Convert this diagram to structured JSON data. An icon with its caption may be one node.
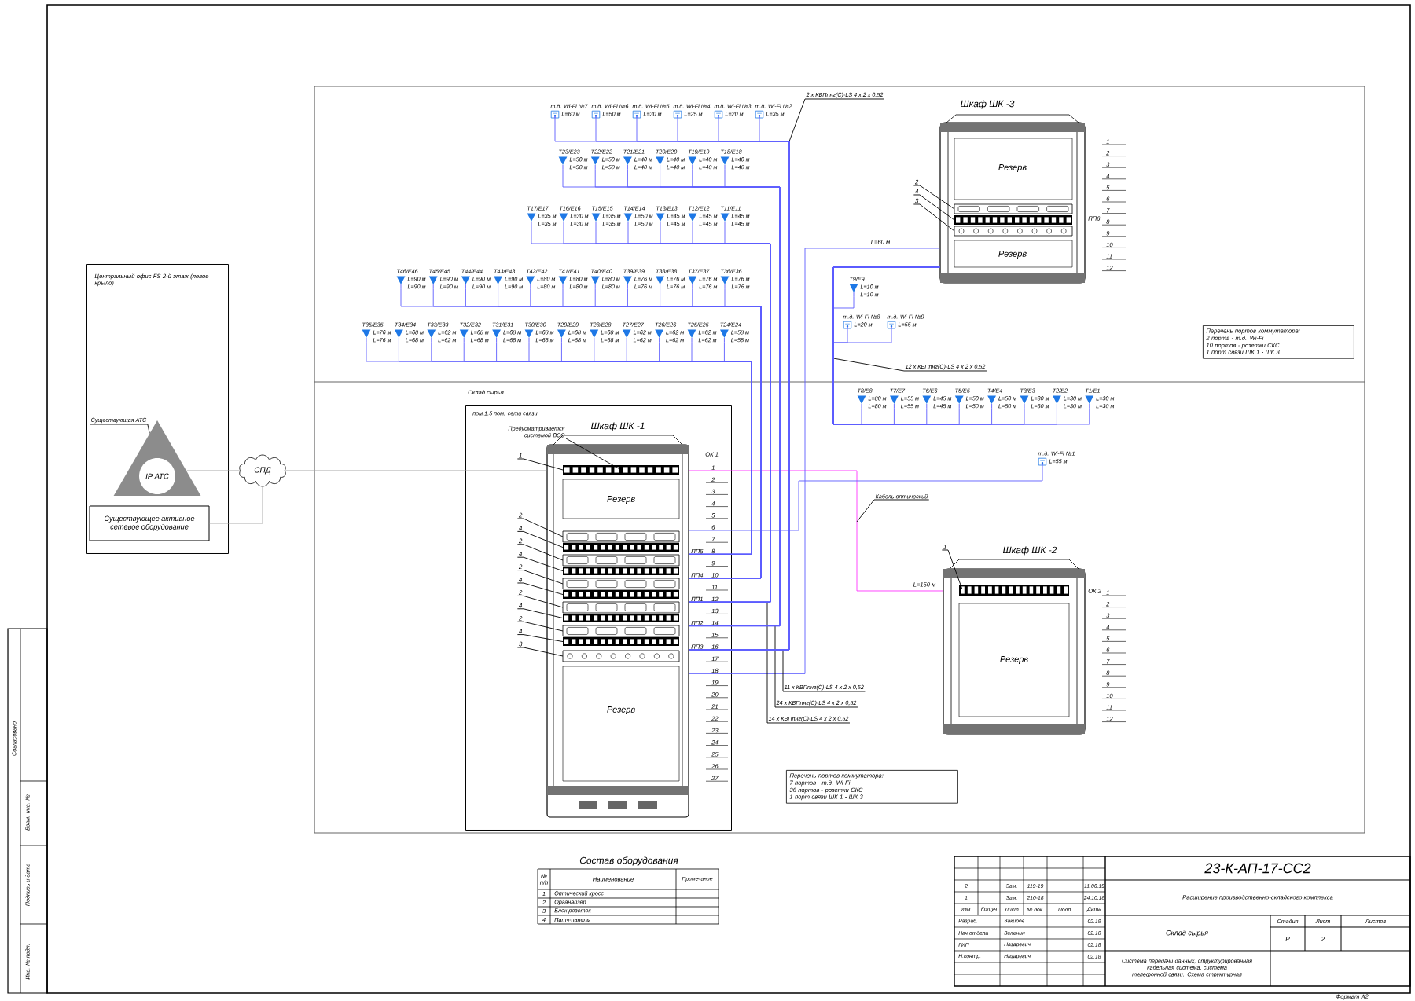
{
  "diagram": {
    "nodes": [
      {
        "text": [
          "Центральный офис FS 2-й этаж (левое крыло)"
        ]
      },
      {
        "text": [
          "IP АТС"
        ],
        "in": 0
      },
      {
        "text": [
          "Существующее активное сетевое оборудование"
        ],
        "in": 0
      },
      {
        "text": [
          "СПД"
        ]
      },
      {
        "text": [
          "Склад сырья",
          "пом.1.5 пом. сети связи"
        ]
      },
      {
        "text": [
          "Шкаф ШК -1",
          "Резерв",
          "Резерв"
        ],
        "in": 4
      },
      {
        "text": [
          "Шкаф ШК -2",
          "Резерв"
        ],
        "beside": [
          "ОК 2"
        ]
      },
      {
        "text": [
          "Шкаф ШК -3",
          "Резерв",
          "Резерв"
        ],
        "beside": [
          "ПП6"
        ]
      },
      {
        "text": [
          "Существующая АТС"
        ],
        "in": 0
      },
      {
        "text": [
          "Предусматривается системой ВСС"
        ],
        "in": 4
      },
      {
        "text": [
          "Кабель оптический"
        ]
      },
      {
        "text": [
          "2 х КВПпнг(С)-LS 4 х 2 х 0,52"
        ]
      },
      {
        "text": [
          "12 х КВПпнг(С)-LS 4 х 2 х 0,52"
        ]
      },
      {
        "text": [
          "11 х КВПпнг(С)-LS 4 х 2 х 0,52"
        ]
      },
      {
        "text": [
          "24 х КВПпнг(С)-LS 4 х 2 х 0,52"
        ]
      },
      {
        "text": [
          "14 х КВПпнг(С)-LS 4 х 2 х 0,52"
        ]
      },
      {
        "text": [
          "1"
        ],
        "in": 4
      },
      {
        "text": [
          "2"
        ],
        "in": 4
      },
      {
        "text": [
          "4"
        ],
        "in": 4
      },
      {
        "text": [
          "2"
        ],
        "in": 4
      },
      {
        "text": [
          "4"
        ],
        "in": 4
      },
      {
        "text": [
          "2"
        ],
        "in": 4
      },
      {
        "text": [
          "4"
        ],
        "in": 4
      },
      {
        "text": [
          "2"
        ],
        "in": 4
      },
      {
        "text": [
          "4"
        ],
        "in": 4
      },
      {
        "text": [
          "2"
        ],
        "in": 4
      },
      {
        "text": [
          "4"
        ],
        "in": 4
      },
      {
        "text": [
          "3"
        ],
        "in": 4
      },
      {
        "text": [
          "2"
        ]
      },
      {
        "text": [
          "4"
        ]
      },
      {
        "text": [
          "3"
        ]
      },
      {
        "text": [
          "1"
        ]
      },
      {
        "text": [
          "т.д. Wi-Fi №7",
          "L=60 м"
        ]
      },
      {
        "text": [
          "т.д. Wi-Fi №6",
          "L=50 м"
        ]
      },
      {
        "text": [
          "т.д. Wi-Fi №5",
          "L=30 м"
        ]
      },
      {
        "text": [
          "т.д. Wi-Fi №4",
          "L=25 м"
        ]
      },
      {
        "text": [
          "т.д. Wi-Fi №3",
          "L=20 м"
        ]
      },
      {
        "text": [
          "т.д. Wi-Fi №2",
          "L=35 м"
        ]
      },
      {
        "text": [
          "T23/E23",
          "L=50 м",
          "L=50 м"
        ]
      },
      {
        "text": [
          "T22/E22",
          "L=50 м",
          "L=50 м"
        ]
      },
      {
        "text": [
          "T21/E21",
          "L=40 м",
          "L=40 м"
        ]
      },
      {
        "text": [
          "T20/E20",
          "L=40 м",
          "L=40 м"
        ]
      },
      {
        "text": [
          "T19/E19",
          "L=40 м",
          "L=40 м"
        ]
      },
      {
        "text": [
          "T18/E18",
          "L=40 м",
          "L=40 м"
        ]
      },
      {
        "text": [
          "T17/E17",
          "L=35 м",
          "L=35 м"
        ]
      },
      {
        "text": [
          "T16/E16",
          "L=30 м",
          "L=30 м"
        ]
      },
      {
        "text": [
          "T15/E15",
          "L=35 м",
          "L=35 м"
        ]
      },
      {
        "text": [
          "T14/E14",
          "L=50 м",
          "L=50 м"
        ]
      },
      {
        "text": [
          "T13/E13",
          "L=45 м",
          "L=45 м"
        ]
      },
      {
        "text": [
          "T12/E12",
          "L=45 м",
          "L=45 м"
        ]
      },
      {
        "text": [
          "T11/E11",
          "L=45 м",
          "L=45 м"
        ]
      },
      {
        "text": [
          "T46/E46",
          "L=90 м",
          "L=90 м"
        ]
      },
      {
        "text": [
          "T45/E45",
          "L=90 м",
          "L=90 м"
        ]
      },
      {
        "text": [
          "T44/E44",
          "L=90 м",
          "L=90 м"
        ]
      },
      {
        "text": [
          "T43/E43",
          "L=90 м",
          "L=90 м"
        ]
      },
      {
        "text": [
          "T42/E42",
          "L=80 м",
          "L=80 м"
        ]
      },
      {
        "text": [
          "T41/E41",
          "L=80 м",
          "L=80 м"
        ]
      },
      {
        "text": [
          "T40/E40",
          "L=80 м",
          "L=80 м"
        ]
      },
      {
        "text": [
          "T39/E39",
          "L=76 м",
          "L=76 м"
        ]
      },
      {
        "text": [
          "T38/E38",
          "L=76 м",
          "L=76 м"
        ]
      },
      {
        "text": [
          "T37/E37",
          "L=76 м",
          "L=76 м"
        ]
      },
      {
        "text": [
          "T36/E36",
          "L=76 м",
          "L=76 м"
        ]
      },
      {
        "text": [
          "T35/E35",
          "L=76 м",
          "L=76 м"
        ]
      },
      {
        "text": [
          "T34/E34",
          "L=68 м",
          "L=68 м"
        ]
      },
      {
        "text": [
          "T33/E33",
          "L=62 м",
          "L=62 м"
        ]
      },
      {
        "text": [
          "T32/E32",
          "L=68 м",
          "L=68 м"
        ]
      },
      {
        "text": [
          "T31/E31",
          "L=68 м",
          "L=68 м"
        ]
      },
      {
        "text": [
          "T30/E30",
          "L=68 м",
          "L=68 м"
        ]
      },
      {
        "text": [
          "T29/E29",
          "L=68 м",
          "L=68 м"
        ]
      },
      {
        "text": [
          "T28/E28",
          "L=68 м",
          "L=68 м"
        ]
      },
      {
        "text": [
          "T27/E27",
          "L=62 м",
          "L=62 м"
        ]
      },
      {
        "text": [
          "T26/E26",
          "L=62 м",
          "L=62 м"
        ]
      },
      {
        "text": [
          "T25/E25",
          "L=62 м",
          "L=62 м"
        ]
      },
      {
        "text": [
          "T24/E24",
          "L=58 м",
          "L=58 м"
        ]
      },
      {
        "text": [
          "T9/E9",
          "L=10 м",
          "L=10 м"
        ]
      },
      {
        "text": [
          "т.д. Wi-Fi №8",
          "L=20 м"
        ]
      },
      {
        "text": [
          "т.д. Wi-Fi №9",
          "L=55 м"
        ]
      },
      {
        "text": [
          "T8/E8",
          "L=80 м",
          "L=80 м"
        ]
      },
      {
        "text": [
          "T7/E7",
          "L=55 м",
          "L=55 м"
        ]
      },
      {
        "text": [
          "T6/E6",
          "L=45 м",
          "L=45 м"
        ]
      },
      {
        "text": [
          "T5/E5",
          "L=50 м",
          "L=50 м"
        ]
      },
      {
        "text": [
          "T4/E4",
          "L=50 м",
          "L=50 м"
        ]
      },
      {
        "text": [
          "T3/E3",
          "L=30 м",
          "L=30 м"
        ]
      },
      {
        "text": [
          "T2/E2",
          "L=30 м",
          "L=30 м"
        ]
      },
      {
        "text": [
          "T1/E1",
          "L=30 м",
          "L=30 м"
        ]
      },
      {
        "text": [
          "т.д. Wi-Fi №1",
          "L=55 м"
        ]
      },
      {
        "text": [
          "Перечень портов коммутатора:",
          "2 порта - т.д. Wi-Fi",
          "10 портов - розетки СКС",
          "1 порт связи ШК 1 - ШК 3"
        ]
      },
      {
        "text": [
          "Перечень портов коммутатора:",
          "7 портов - т.д. Wi-Fi",
          "36 портов - розетки СКС",
          "1 порт связи ШК 1 - ШК 3"
        ]
      }
    ],
    "edges": [
      {
        "from": 1,
        "to": 3,
        "arrow": "none",
        "color": "#a0a0a0"
      },
      {
        "from": 2,
        "to": 3,
        "arrow": "none",
        "color": "#a0a0a0"
      },
      {
        "from": 3,
        "to": 5,
        "arrow": "none",
        "color": "#a0a0a0"
      },
      {
        "from": 5,
        "to": 6,
        "arrow": "none",
        "label": "L=150 м",
        "color": "#ff33ff"
      },
      {
        "from": 5,
        "to": 7,
        "arrow": "none",
        "label": "L=60 м"
      },
      {
        "from": 8,
        "to": 1,
        "arrow": "none",
        "color": "#000000"
      },
      {
        "from": 9,
        "to": 5,
        "arrow": "none",
        "color": "#000000"
      },
      {
        "from": 10,
        "to": null,
        "arrow": "none",
        "color": "#000000"
      },
      {
        "from": 11,
        "to": null,
        "arrow": "none",
        "color": "#000000"
      },
      {
        "from": 12,
        "to": null,
        "arrow": "none",
        "color": "#000000"
      },
      {
        "from": 13,
        "to": null,
        "arrow": "none",
        "color": "#000000"
      },
      {
        "from": 14,
        "to": null,
        "arrow": "none",
        "color": "#000000"
      },
      {
        "from": 15,
        "to": null,
        "arrow": "none",
        "color": "#000000"
      },
      {
        "from": 16,
        "to": 5,
        "arrow": "none",
        "color": "#000000"
      },
      {
        "from": 17,
        "to": 5,
        "arrow": "none",
        "color": "#000000"
      },
      {
        "from": 18,
        "to": 5,
        "arrow": "none",
        "color": "#000000"
      },
      {
        "from": 19,
        "to": 5,
        "arrow": "none",
        "color": "#000000"
      },
      {
        "from": 20,
        "to": 5,
        "arrow": "none",
        "color": "#000000"
      },
      {
        "from": 21,
        "to": 5,
        "arrow": "none",
        "color": "#000000"
      },
      {
        "from": 22,
        "to": 5,
        "arrow": "none",
        "color": "#000000"
      },
      {
        "from": 23,
        "to": 5,
        "arrow": "none",
        "color": "#000000"
      },
      {
        "from": 24,
        "to": 5,
        "arrow": "none",
        "color": "#000000"
      },
      {
        "from": 25,
        "to": 5,
        "arrow": "none",
        "color": "#000000"
      },
      {
        "from": 26,
        "to": 5,
        "arrow": "none",
        "color": "#000000"
      },
      {
        "from": 27,
        "to": 5,
        "arrow": "none",
        "color": "#000000"
      },
      {
        "from": 28,
        "to": 7,
        "arrow": "none",
        "color": "#000000"
      },
      {
        "from": 29,
        "to": 7,
        "arrow": "none",
        "color": "#000000"
      },
      {
        "from": 30,
        "to": 7,
        "arrow": "none",
        "color": "#000000"
      },
      {
        "from": 31,
        "to": 6,
        "arrow": "none",
        "color": "#000000"
      },
      {
        "from": 32,
        "to": 5,
        "arrow": "none"
      },
      {
        "from": 33,
        "to": 5,
        "arrow": "none"
      },
      {
        "from": 34,
        "to": 5,
        "arrow": "none"
      },
      {
        "from": 35,
        "to": 5,
        "arrow": "none"
      },
      {
        "from": 36,
        "to": 5,
        "arrow": "none"
      },
      {
        "from": 37,
        "to": 5,
        "arrow": "none"
      },
      {
        "from": 38,
        "to": 5,
        "arrow": "none"
      },
      {
        "from": 39,
        "to": 5,
        "arrow": "none"
      },
      {
        "from": 40,
        "to": 5,
        "arrow": "none"
      },
      {
        "from": 41,
        "to": 5,
        "arrow": "none"
      },
      {
        "from": 42,
        "to": 5,
        "arrow": "none"
      },
      {
        "from": 43,
        "to": 5,
        "arrow": "none"
      },
      {
        "from": 44,
        "to": 5,
        "arrow": "none"
      },
      {
        "from": 45,
        "to": 5,
        "arrow": "none"
      },
      {
        "from": 46,
        "to": 5,
        "arrow": "none"
      },
      {
        "from": 47,
        "to": 5,
        "arrow": "none"
      },
      {
        "from": 48,
        "to": 5,
        "arrow": "none"
      },
      {
        "from": 49,
        "to": 5,
        "arrow": "none"
      },
      {
        "from": 50,
        "to": 5,
        "arrow": "none"
      },
      {
        "from": 51,
        "to": 5,
        "arrow": "none"
      },
      {
        "from": 52,
        "to": 5,
        "arrow": "none"
      },
      {
        "from": 53,
        "to": 5,
        "arrow": "none"
      },
      {
        "from": 54,
        "to": 5,
        "arrow": "none"
      },
      {
        "from": 55,
        "to": 5,
        "arrow": "none"
      },
      {
        "from": 56,
        "to": 5,
        "arrow": "none"
      },
      {
        "from": 57,
        "to": 5,
        "arrow": "none"
      },
      {
        "from": 58,
        "to": 5,
        "arrow": "none"
      },
      {
        "from": 59,
        "to": 5,
        "arrow": "none"
      },
      {
        "from": 60,
        "to": 5,
        "arrow": "none"
      },
      {
        "from": 61,
        "to": 5,
        "arrow": "none"
      },
      {
        "from": 62,
        "to": 5,
        "arrow": "none"
      },
      {
        "from": 63,
        "to": 5,
        "arrow": "none"
      },
      {
        "from": 64,
        "to": 5,
        "arrow": "none"
      },
      {
        "from": 65,
        "to": 5,
        "arrow": "none"
      },
      {
        "from": 66,
        "to": 5,
        "arrow": "none"
      },
      {
        "from": 67,
        "to": 5,
        "arrow": "none"
      },
      {
        "from": 68,
        "to": 5,
        "arrow": "none"
      },
      {
        "from": 69,
        "to": 5,
        "arrow": "none"
      },
      {
        "from": 70,
        "to": 5,
        "arrow": "none"
      },
      {
        "from": 71,
        "to": 5,
        "arrow": "none"
      },
      {
        "from": 72,
        "to": 5,
        "arrow": "none"
      },
      {
        "from": 73,
        "to": 5,
        "arrow": "none"
      },
      {
        "from": 74,
        "to": 7,
        "arrow": "none"
      },
      {
        "from": 75,
        "to": 7,
        "arrow": "none"
      },
      {
        "from": 76,
        "to": 7,
        "arrow": "none"
      },
      {
        "from": 77,
        "to": 7,
        "arrow": "none"
      },
      {
        "from": 78,
        "to": 7,
        "arrow": "none"
      },
      {
        "from": 79,
        "to": 7,
        "arrow": "none"
      },
      {
        "from": 80,
        "to": 7,
        "arrow": "none"
      },
      {
        "from": 81,
        "to": 7,
        "arrow": "none"
      },
      {
        "from": 82,
        "to": 7,
        "arrow": "none"
      },
      {
        "from": 83,
        "to": 7,
        "arrow": "none"
      },
      {
        "from": 84,
        "to": 7,
        "arrow": "none"
      },
      {
        "from": 85,
        "to": 5,
        "arrow": "none"
      }
    ],
    "labels": [
      "ОК 1",
      "ПП5",
      "ПП4",
      "ПП1",
      "ПП2",
      "ПП3",
      "1",
      "2",
      "3",
      "4",
      "5",
      "6",
      "7",
      "8",
      "9",
      "10",
      "11",
      "12",
      "13",
      "14",
      "15",
      "16",
      "17",
      "18",
      "19",
      "20",
      "21",
      "22",
      "23",
      "24",
      "25",
      "26",
      "27",
      "1",
      "2",
      "3",
      "4",
      "5",
      "6",
      "7",
      "8",
      "9",
      "10",
      "11",
      "12",
      "1",
      "2",
      "3",
      "4",
      "5",
      "6",
      "7",
      "8",
      "9",
      "10",
      "11",
      "12",
      "Состав оборудования",
      "№ п/п",
      "Наименование",
      "Примечание",
      "1",
      "Оптический кросс",
      "2",
      "Органайзер",
      "3",
      "Блок розеток",
      "4",
      "Патч-панель",
      "23-К-АП-17-СС2",
      "Расширение производственно-складского комплекса",
      "2",
      "Зам.",
      "119-19",
      "11.06.19",
      "1",
      "Зам.",
      "210-18",
      "24.10.18",
      "Изм.",
      "Кол.уч",
      "Лист",
      "№ док.",
      "Подп.",
      "Дата",
      "Разраб.",
      "Закиров",
      "02.18",
      "Нач.отдела",
      "Зеленин",
      "02.18",
      "ГИП",
      "Назаревич",
      "02.18",
      "Н.контр.",
      "Назаревич",
      "02.18",
      "Склад сырья",
      "Стадия",
      "Лист",
      "Листов",
      "Р",
      "2",
      "Система передачи данных, структурированная кабельная система, система телефонной связи. Схема структурная",
      "Формат А2",
      "Согласовано",
      "Взам. инв. №",
      "Подпись и дата",
      "Инв. № подл."
    ]
  }
}
